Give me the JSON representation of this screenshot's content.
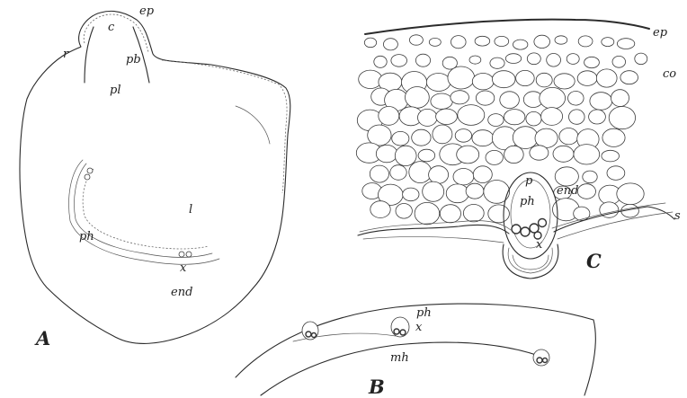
{
  "labels": {
    "A": {
      "ep": "ep",
      "c": "c",
      "r": "r",
      "pb": "pb",
      "pl": "pl",
      "l": "l",
      "ph": "ph",
      "x": "x",
      "end": "end",
      "letter": "A"
    },
    "B": {
      "ph": "ph",
      "x": "x",
      "mh": "mh",
      "letter": "B"
    },
    "C": {
      "ep": "ep",
      "co": "co",
      "p": "p",
      "ph": "ph",
      "end": "end",
      "s": "s",
      "x": "x",
      "letter": "C"
    }
  }
}
